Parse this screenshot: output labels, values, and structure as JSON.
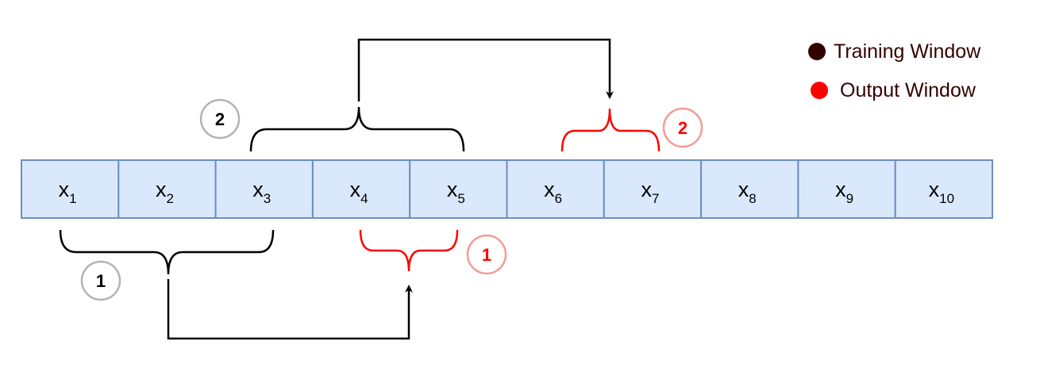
{
  "sequence": {
    "cells": [
      {
        "base": "x",
        "sub": "1"
      },
      {
        "base": "x",
        "sub": "2"
      },
      {
        "base": "x",
        "sub": "3"
      },
      {
        "base": "x",
        "sub": "4"
      },
      {
        "base": "x",
        "sub": "5"
      },
      {
        "base": "x",
        "sub": "6"
      },
      {
        "base": "x",
        "sub": "7"
      },
      {
        "base": "x",
        "sub": "8"
      },
      {
        "base": "x",
        "sub": "9"
      },
      {
        "base": "x",
        "sub": "10"
      }
    ]
  },
  "legend": {
    "training": {
      "label": "Training Window",
      "color": "#330000"
    },
    "output": {
      "label": "Output Window",
      "color": "#ff0000"
    }
  },
  "steps": {
    "step1": {
      "training_label": "1",
      "output_label": "1"
    },
    "step2": {
      "training_label": "2",
      "output_label": "2"
    }
  },
  "colors": {
    "cell_fill": "#dae8fc",
    "cell_border": "#6c8ebf",
    "training_brace": "#000000",
    "output_brace": "#ff0000",
    "circle_gray": "#b3b3b3",
    "circle_pink": "#f19c99"
  }
}
